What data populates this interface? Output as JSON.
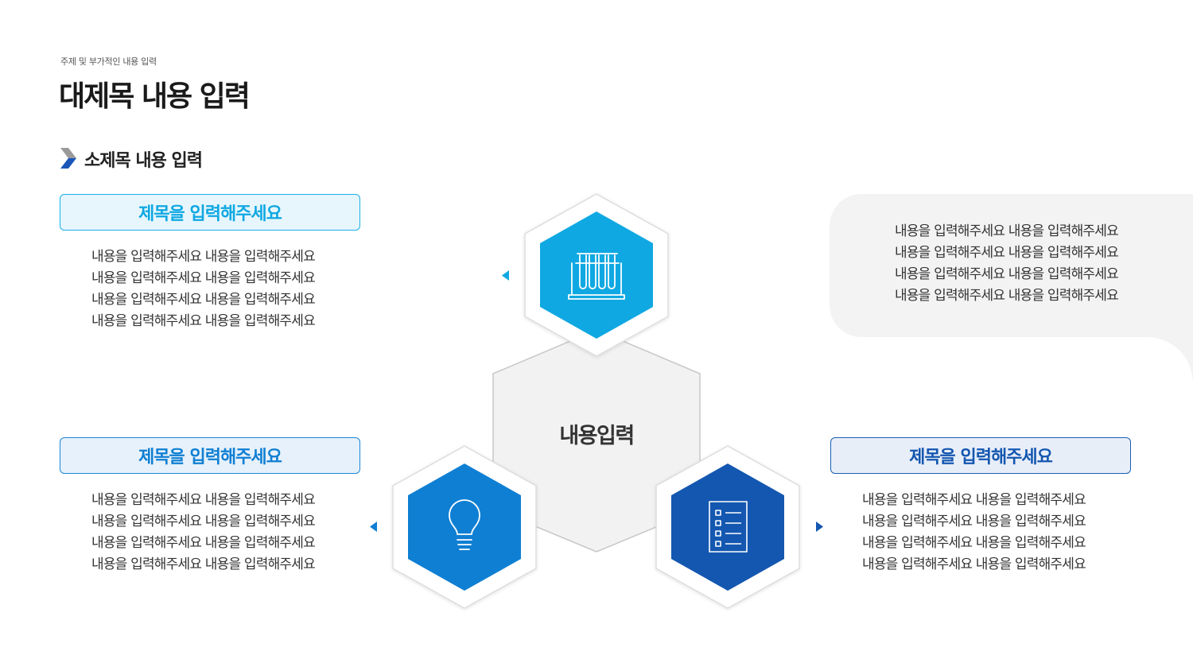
{
  "header": {
    "subtitle": "주제 및 부가적인 내용 입력",
    "title": "대제목 내용 입력",
    "section_title": "소제목 내용 입력"
  },
  "center": {
    "label": "내용입력"
  },
  "blocks": [
    {
      "title": "제목을 입력해주세요",
      "lines": [
        "내용을 입력해주세요 내용을 입력해주세요",
        "내용을 입력해주세요 내용을 입력해주세요",
        "내용을 입력해주세요 내용을 입력해주세요",
        "내용을 입력해주세요 내용을 입력해주세요"
      ],
      "icon": "test-tubes-icon",
      "color": "#0fa8e2"
    },
    {
      "title": "제목을 입력해주세요",
      "lines": [
        "내용을 입력해주세요 내용을 입력해주세요",
        "내용을 입력해주세요 내용을 입력해주세요",
        "내용을 입력해주세요 내용을 입력해주세요",
        "내용을 입력해주세요 내용을 입력해주세요"
      ],
      "icon": "lightbulb-icon",
      "color": "#0f7fd3"
    },
    {
      "title": "제목을 입력해주세요",
      "lines": [
        "내용을 입력해주세요 내용을 입력해주세요",
        "내용을 입력해주세요 내용을 입력해주세요",
        "내용을 입력해주세요 내용을 입력해주세요",
        "내용을 입력해주세요 내용을 입력해주세요"
      ],
      "icon": "checklist-icon",
      "color": "#1457b0"
    }
  ],
  "side_panel": {
    "lines": [
      "내용을 입력해주세요 내용을 입력해주세요",
      "내용을 입력해주세요 내용을 입력해주세요",
      "내용을 입력해주세요 내용을 입력해주세요",
      "내용을 입력해주세요 내용을 입력해주세요"
    ]
  },
  "colors": {
    "accent_light": "#0fa8e2",
    "accent_mid": "#0f7fd3",
    "accent_dark": "#1457b0",
    "panel_grey": "#f3f3f3"
  }
}
